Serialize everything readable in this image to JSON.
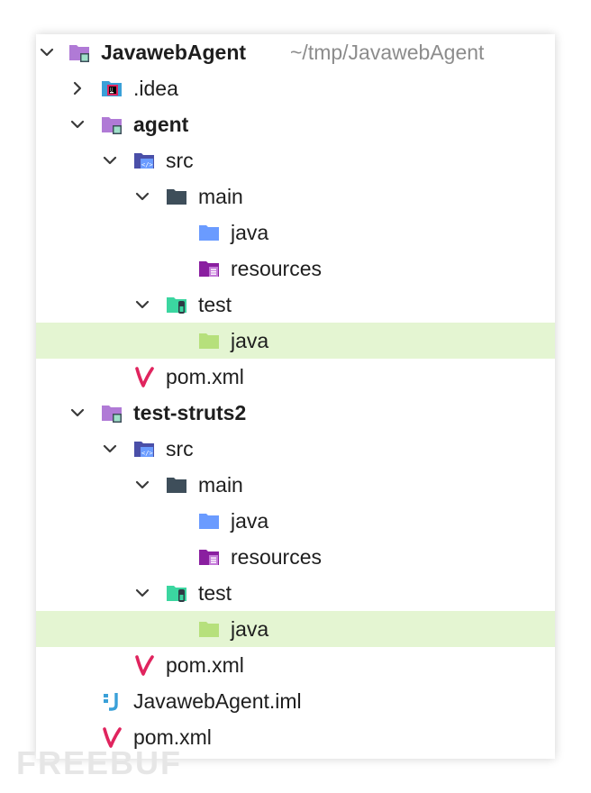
{
  "tree": {
    "root": {
      "label": "JavawebAgent",
      "path": "~/tmp/JavawebAgent",
      "icon": "module-folder-icon",
      "expanded": true
    },
    "idea": {
      "label": ".idea",
      "icon": "idea-folder-icon",
      "expanded": false
    },
    "agent": {
      "label": "agent",
      "icon": "module-folder-icon",
      "expanded": true,
      "src": "src",
      "main": "main",
      "java": "java",
      "resources": "resources",
      "test": "test",
      "test_java": "java",
      "pom": "pom.xml"
    },
    "struts": {
      "label": "test-struts2",
      "icon": "module-folder-icon",
      "expanded": true,
      "src": "src",
      "main": "main",
      "java": "java",
      "resources": "resources",
      "test": "test",
      "test_java": "java",
      "pom": "pom.xml"
    },
    "iml": {
      "label": "JavawebAgent.iml",
      "icon": "iml-file-icon"
    },
    "root_pom": {
      "label": "pom.xml",
      "icon": "maven-file-icon"
    }
  },
  "watermark": "FREEBUF",
  "colors": {
    "selection": "#e4f5d2",
    "module_folder": "#b07ad6",
    "source_folder": "#6a9bff",
    "resources_folder": "#8a1fa0",
    "test_folder": "#3bd6a0",
    "test_source_folder": "#b6e07c",
    "plain_folder": "#3e4e5a",
    "maven": "#e0245e"
  }
}
